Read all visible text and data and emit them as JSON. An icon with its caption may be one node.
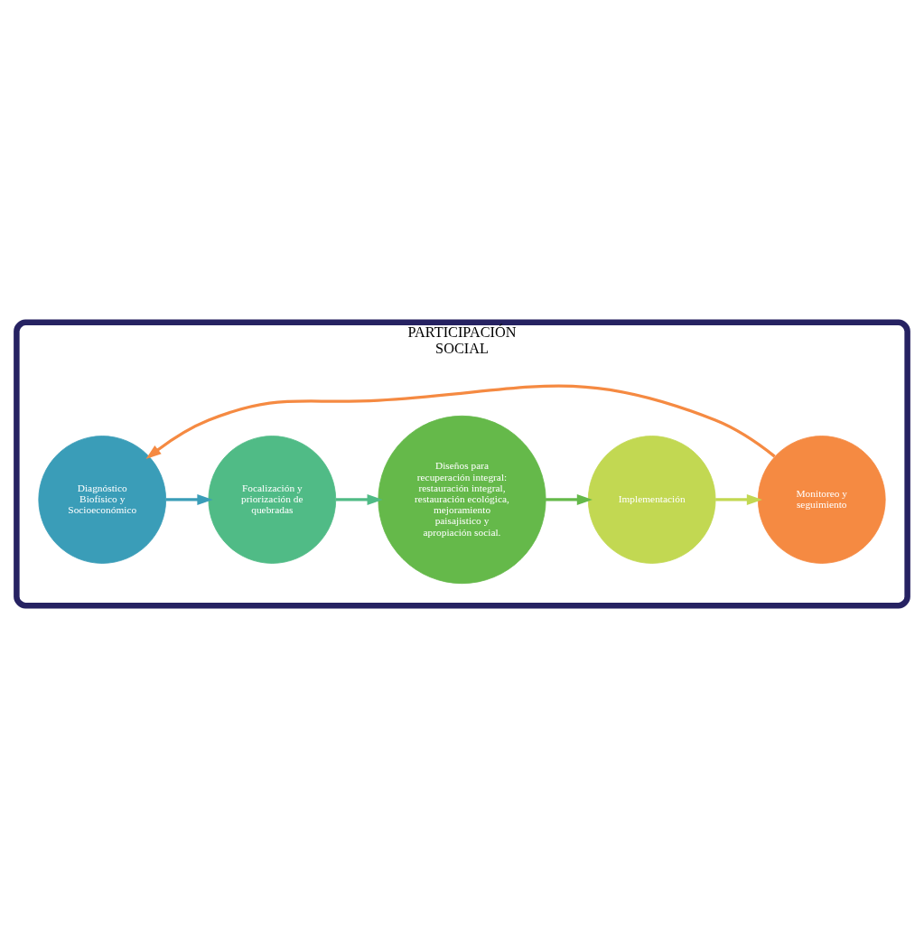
{
  "diagram": {
    "nodes": [
      {
        "text": [
          "PARTICIPACIÓN SOCIAL"
        ]
      },
      {
        "text": [
          "Diagnóstico Biofísico y Socioeconómico"
        ],
        "in": 0
      },
      {
        "text": [
          "Focalización y priorización de quebradas"
        ],
        "in": 0
      },
      {
        "text": [
          "Diseños para recuperación integral: restauración integral, restauración ecológica, mejoramiento paisajistico y apropiación social."
        ],
        "in": 0
      },
      {
        "text": [
          "Implementación"
        ],
        "in": 0
      },
      {
        "text": [
          "Monitoreo y seguimiento"
        ],
        "in": 0
      }
    ],
    "edges": [
      {
        "from": 1,
        "to": 2,
        "arrow": "to",
        "color": "#3a9db8"
      },
      {
        "from": 2,
        "to": 3,
        "arrow": "to",
        "color": "#50bb86"
      },
      {
        "from": 3,
        "to": 4,
        "arrow": "to",
        "color": "#65b94a"
      },
      {
        "from": 4,
        "to": 5,
        "arrow": "to",
        "color": "#c2d852"
      },
      {
        "from": 5,
        "to": 1,
        "arrow": "to",
        "color": "#f58a42"
      }
    ]
  }
}
